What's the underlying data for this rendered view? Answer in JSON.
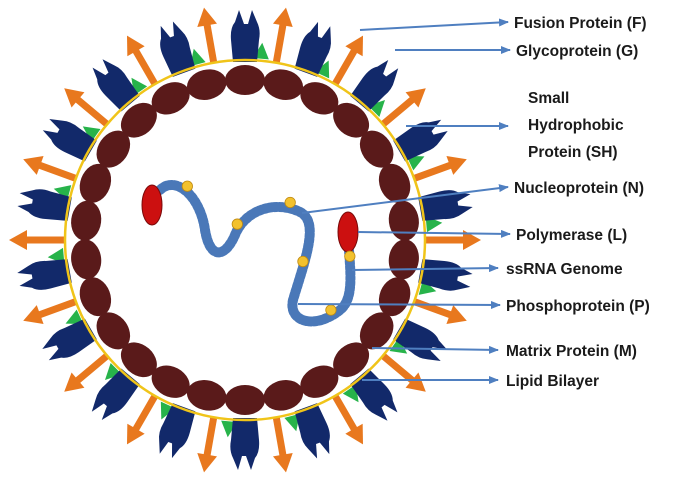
{
  "labels": {
    "fusion": "Fusion Protein (F)",
    "glyco": "Glycoprotein (G)",
    "sh_line1": "Small",
    "sh_line2": "Hydrophobic",
    "sh_line3": "Protein (SH)",
    "nucleo": "Nucleoprotein (N)",
    "polymerase": "Polymerase (L)",
    "ssrna": "ssRNA Genome",
    "phospho": "Phosphoprotein (P)",
    "matrix": "Matrix Protein (M)",
    "lipid": "Lipid Bilayer"
  },
  "colors": {
    "fusion_protein": "#12296a",
    "glycoprotein": "#e8781e",
    "sh_protein": "#27b34a",
    "matrix_protein": "#5a1a1a",
    "lipid_bilayer": "#f0c419",
    "nucleoprotein": "#4a78b8",
    "polymerase": "#cc1010",
    "phosphoprotein": "#f2c12e",
    "rna_genome": "#9a4a14",
    "pointer": "#4f7fc0"
  },
  "counts": {
    "fusion_proteins": 18,
    "glycoproteins": 18,
    "sh_proteins": 18,
    "matrix_proteins": 26
  }
}
